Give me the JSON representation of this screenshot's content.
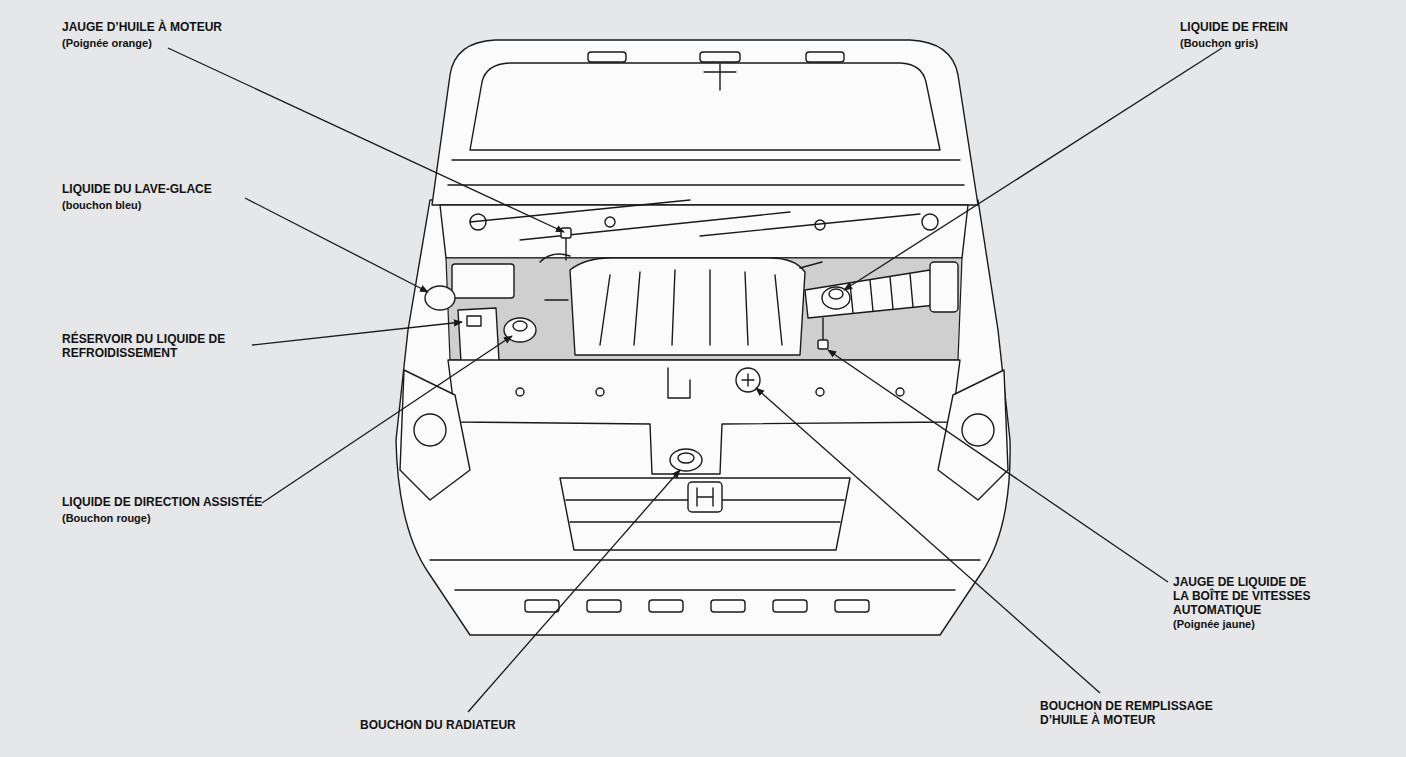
{
  "diagram": {
    "labels": [
      "JAUGE D’HUILE À MOTEUR",
      "(Poignée orange)",
      "LIQUIDE DE FREIN",
      "(Bouchon gris)",
      "LIQUIDE DU LAVE-GLACE",
      "(bouchon bleu)",
      "RÉSERVOIR DU LIQUIDE DE REFROIDISSEMENT",
      "LIQUIDE DE DIRECTION ASSISTÉE",
      "(Bouchon rouge)",
      "BOUCHON DU RADIATEUR",
      "BOUCHON DE REMPLISSAGE D’HUILE À MOTEUR",
      "JAUGE DE LIQUIDE DE LA BOÎTE DE VITESSES AUTOMATIQUE",
      "(Poignée jaune)"
    ]
  }
}
